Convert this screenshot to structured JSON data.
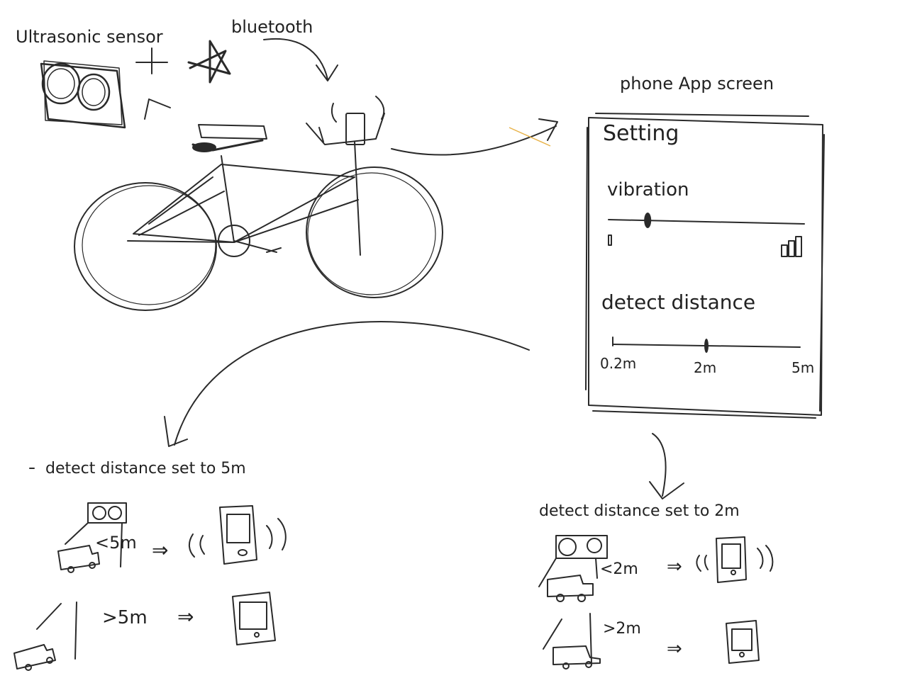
{
  "labels": {
    "sensor": "Ultrasonic sensor",
    "bluetooth": "bluetooth",
    "phone_title": "phone App screen",
    "section_5m": "detect distance set to 5m",
    "section_2m": "detect distance set to 2m",
    "lt5m": "<5m",
    "gt5m": ">5m",
    "lt2m": "<2m",
    "gt2m": ">2m"
  },
  "app": {
    "title": "Setting",
    "vibration_label": "vibration",
    "vibration_level": 0.2,
    "distance_label": "detect distance",
    "distance_min": "0.2m",
    "distance_mid": "2m",
    "distance_max": "5m",
    "distance_value": 0.5
  },
  "colors": {
    "ink": "#2a2a2a",
    "highlight": "#e8b34a"
  }
}
